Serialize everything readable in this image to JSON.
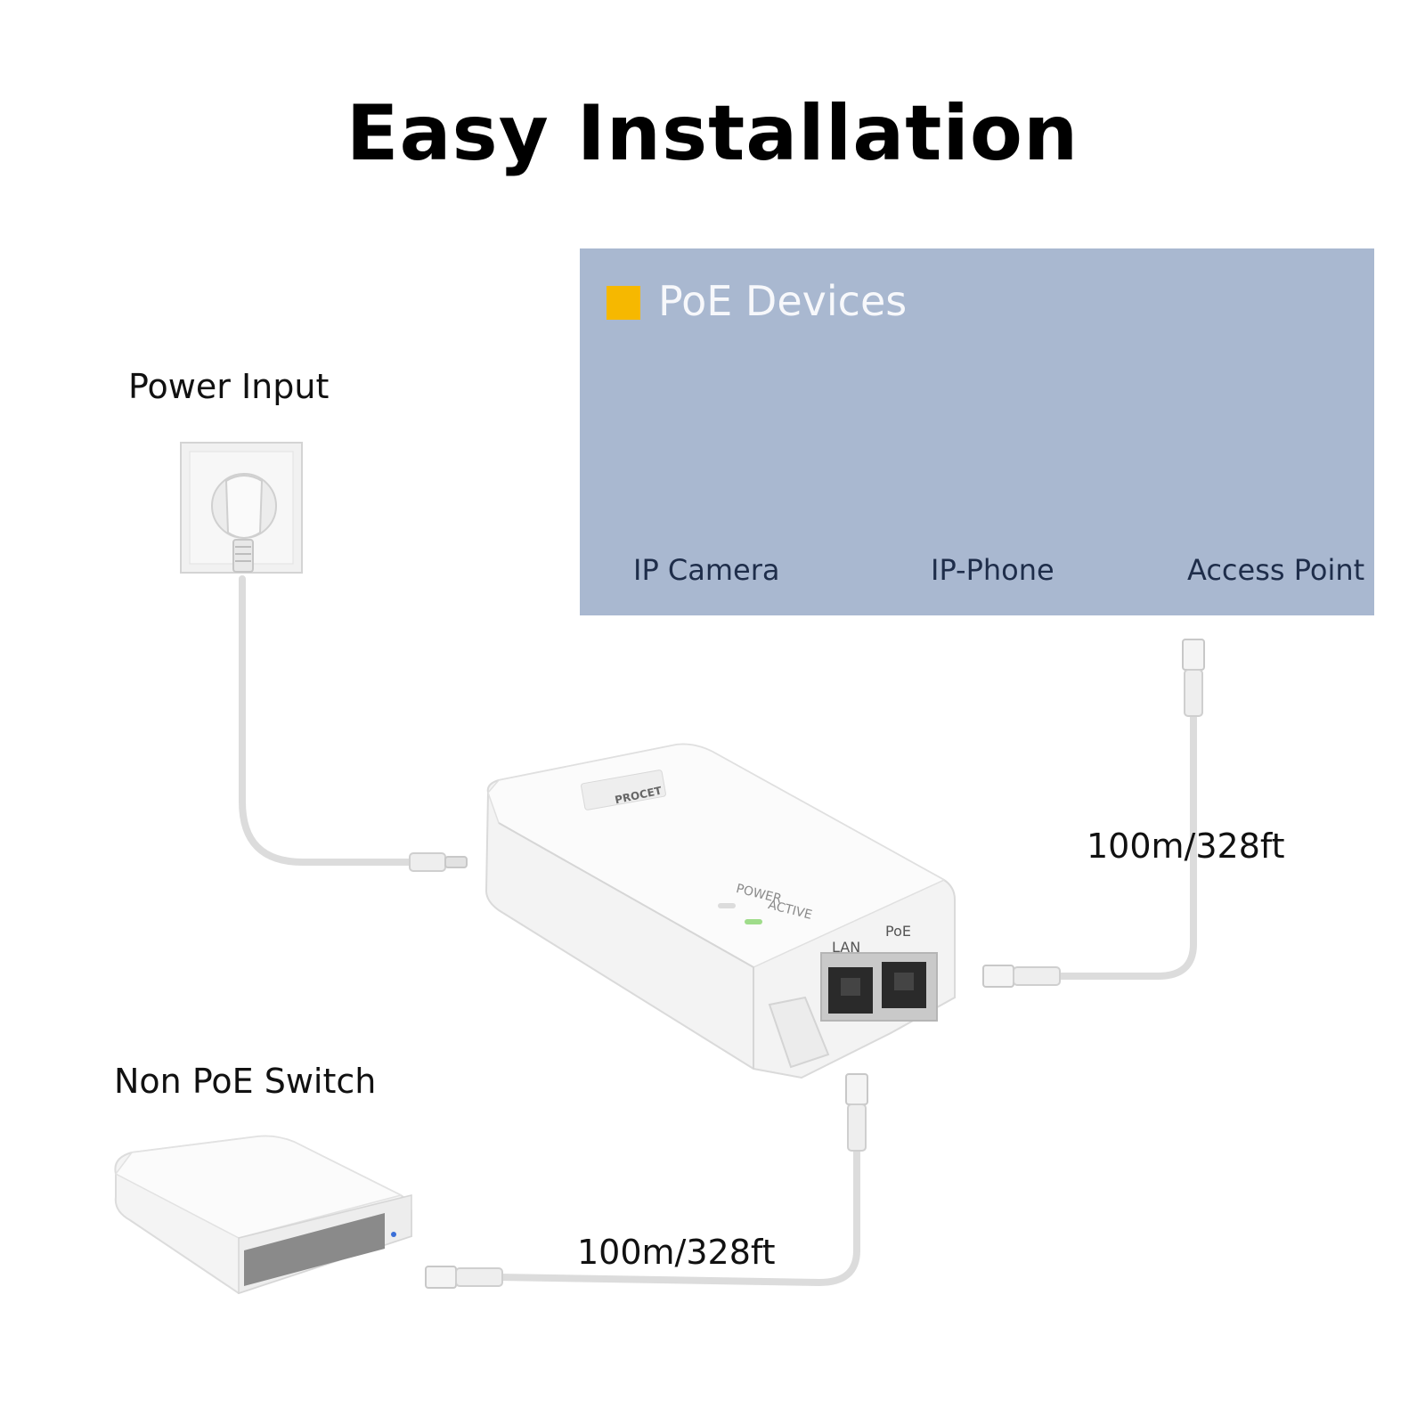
{
  "title": "Easy Installation",
  "power_input": {
    "label": "Power Input"
  },
  "switch": {
    "label": "Non PoE Switch"
  },
  "poe_devices": {
    "title": "PoE Devices",
    "swatch_color": "#f6b800",
    "devices": [
      {
        "label": "IP Camera",
        "icon": "ip-camera-icon"
      },
      {
        "label": "IP-Phone",
        "icon": "ip-phone-icon"
      },
      {
        "label": "Access Point",
        "icon": "access-point-icon"
      }
    ]
  },
  "injector": {
    "brand": "PROCET",
    "led_power": "POWER",
    "led_active": "ACTIVE",
    "port_lan": "LAN",
    "port_poe": "PoE"
  },
  "cables": {
    "poe_to_devices": "100m/328ft",
    "switch_to_lan": "100m/328ft"
  },
  "colors": {
    "panel_bg": "#a9b8d0",
    "cable": "#dcdcdc"
  }
}
